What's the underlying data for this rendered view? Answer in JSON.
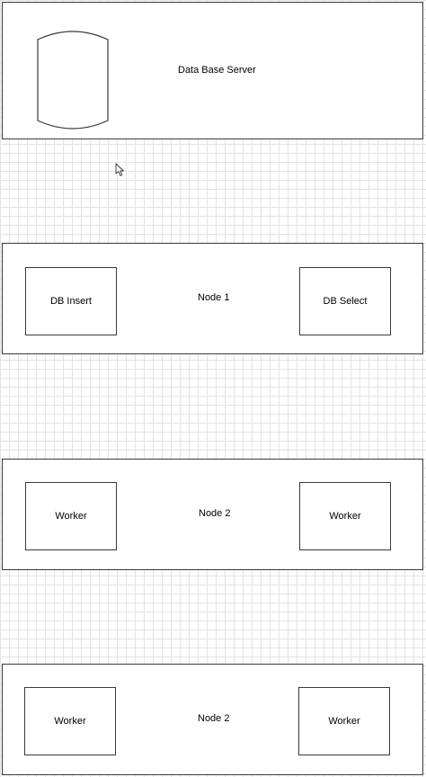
{
  "db_server": {
    "label": "Data Base Server",
    "icon": "database-cylinder-icon"
  },
  "node1": {
    "label": "Node 1",
    "left_box": "DB Insert",
    "right_box": "DB Select"
  },
  "node2a": {
    "label": "Node 2",
    "left_box": "Worker",
    "right_box": "Worker"
  },
  "node2b": {
    "label": "Node 2",
    "left_box": "Worker",
    "right_box": "Worker"
  },
  "cursor": {
    "icon": "mouse-pointer-icon"
  },
  "colors": {
    "stroke": "#3a3a3a",
    "grid": "#e3e3e3",
    "background": "#ffffff"
  }
}
